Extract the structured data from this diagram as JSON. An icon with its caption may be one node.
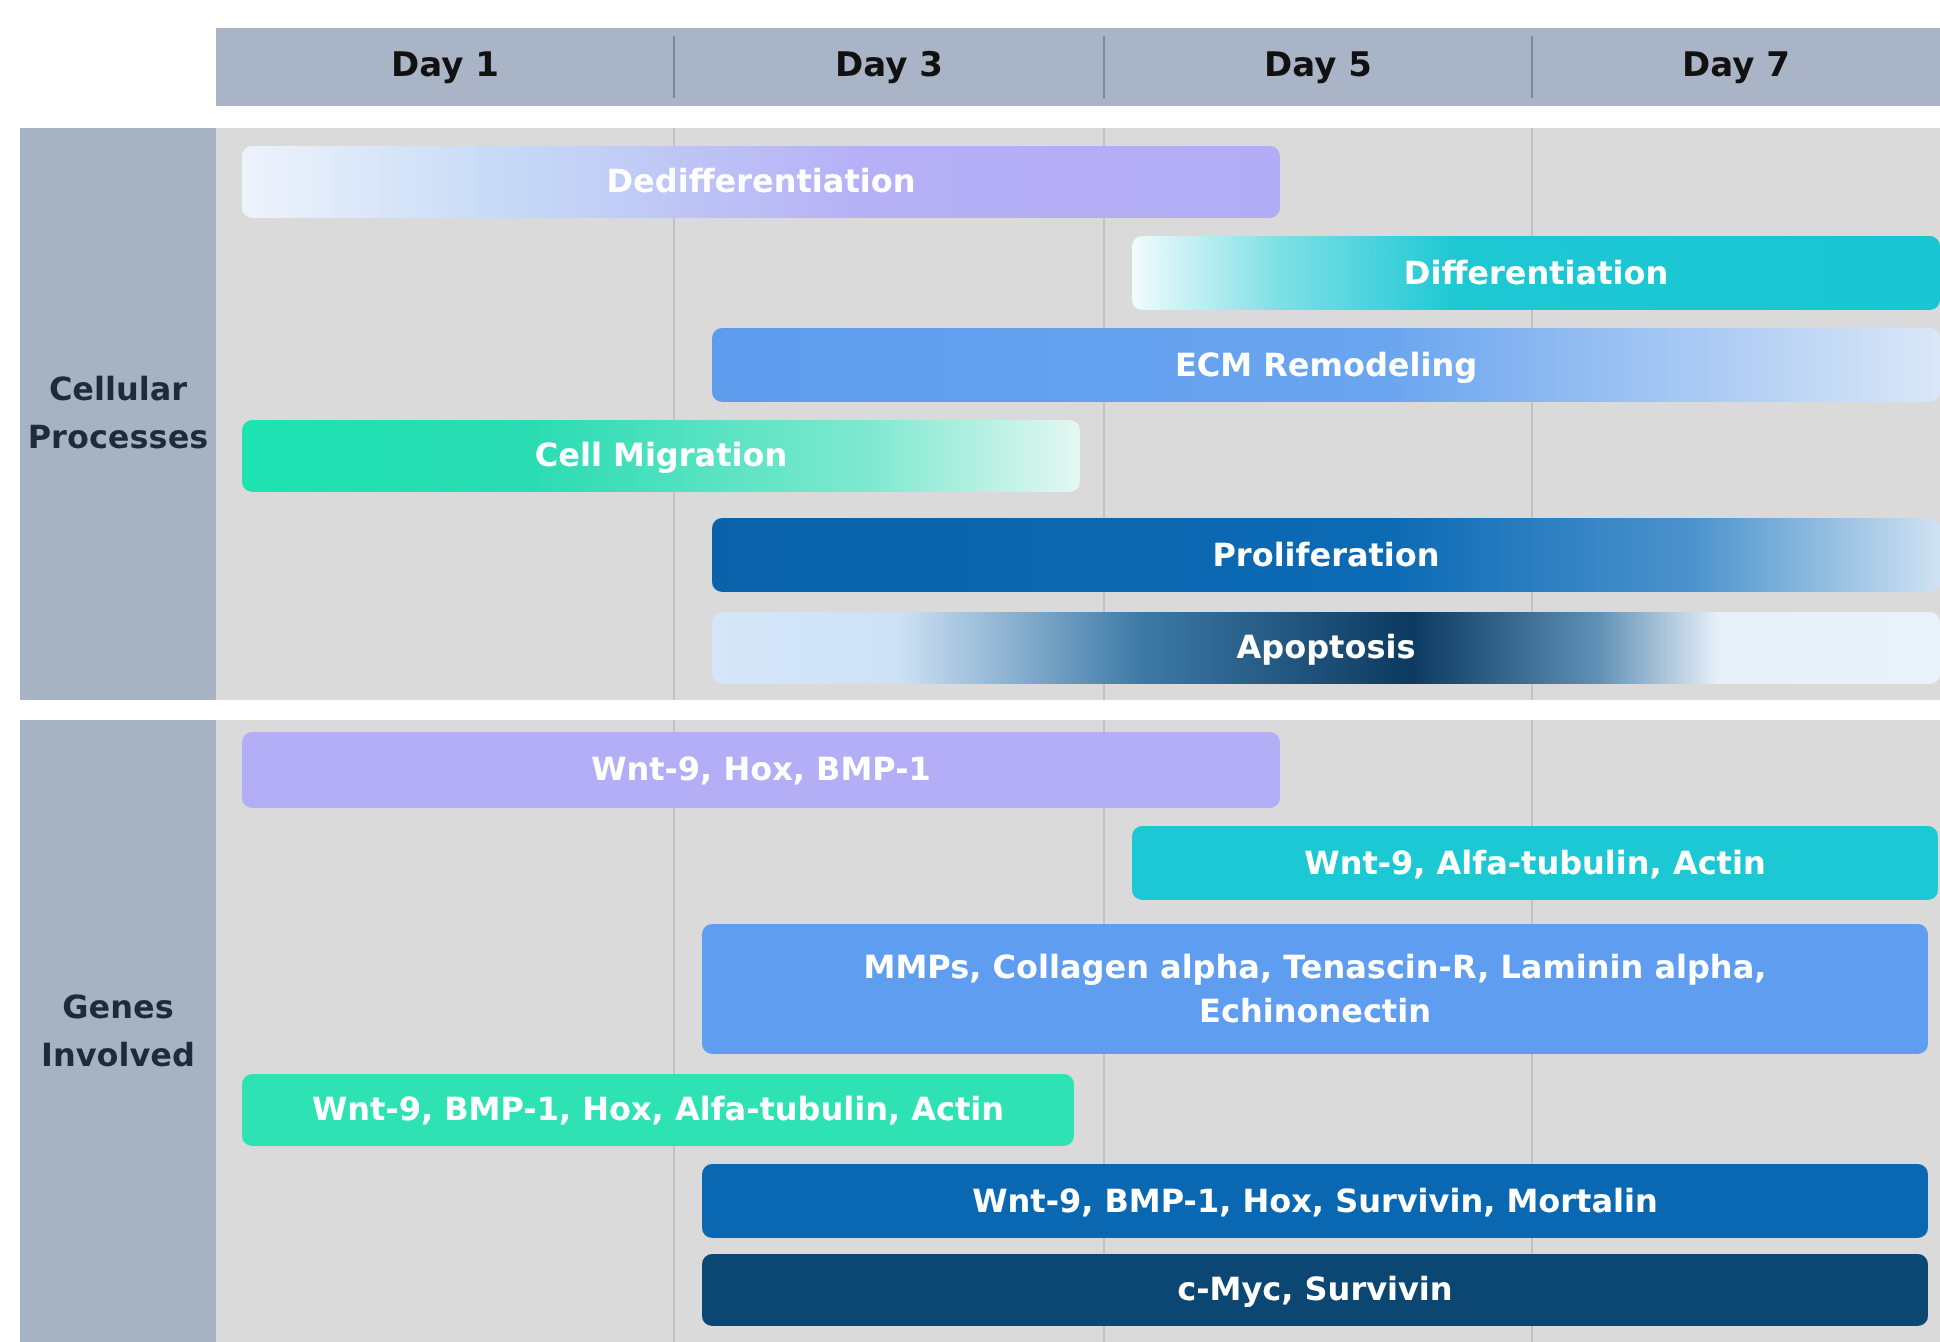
{
  "diagram": {
    "nodes": [
      {
        "text": [
          "Cellular Processes"
        ]
      },
      {
        "text": [
          "Dedifferentiation"
        ]
      },
      {
        "text": [
          "Differentiation"
        ]
      },
      {
        "text": [
          "ECM Remodeling"
        ]
      },
      {
        "text": [
          "Cell Migration"
        ]
      },
      {
        "text": [
          "Proliferation"
        ]
      },
      {
        "text": [
          "Apoptosis"
        ]
      },
      {
        "text": [
          "Genes Involved"
        ]
      },
      {
        "text": [
          "Wnt-9, Hox, BMP-1"
        ]
      },
      {
        "text": [
          "Wnt-9, Alfa-tubulin, Actin"
        ]
      },
      {
        "text": [
          "MMPs, Collagen alpha, Tenascin-R, Laminin alpha, Echinonectin"
        ]
      },
      {
        "text": [
          "Wnt-9, BMP-1, Hox, Alfa-tubulin, Actin"
        ]
      },
      {
        "text": [
          "Wnt-9, BMP-1, Hox, Survivin, Mortalin"
        ]
      },
      {
        "text": [
          "c-Myc, Survivin"
        ]
      }
    ],
    "labels": [
      "Day 1",
      "Day 3",
      "Day 5",
      "Day 7"
    ]
  }
}
